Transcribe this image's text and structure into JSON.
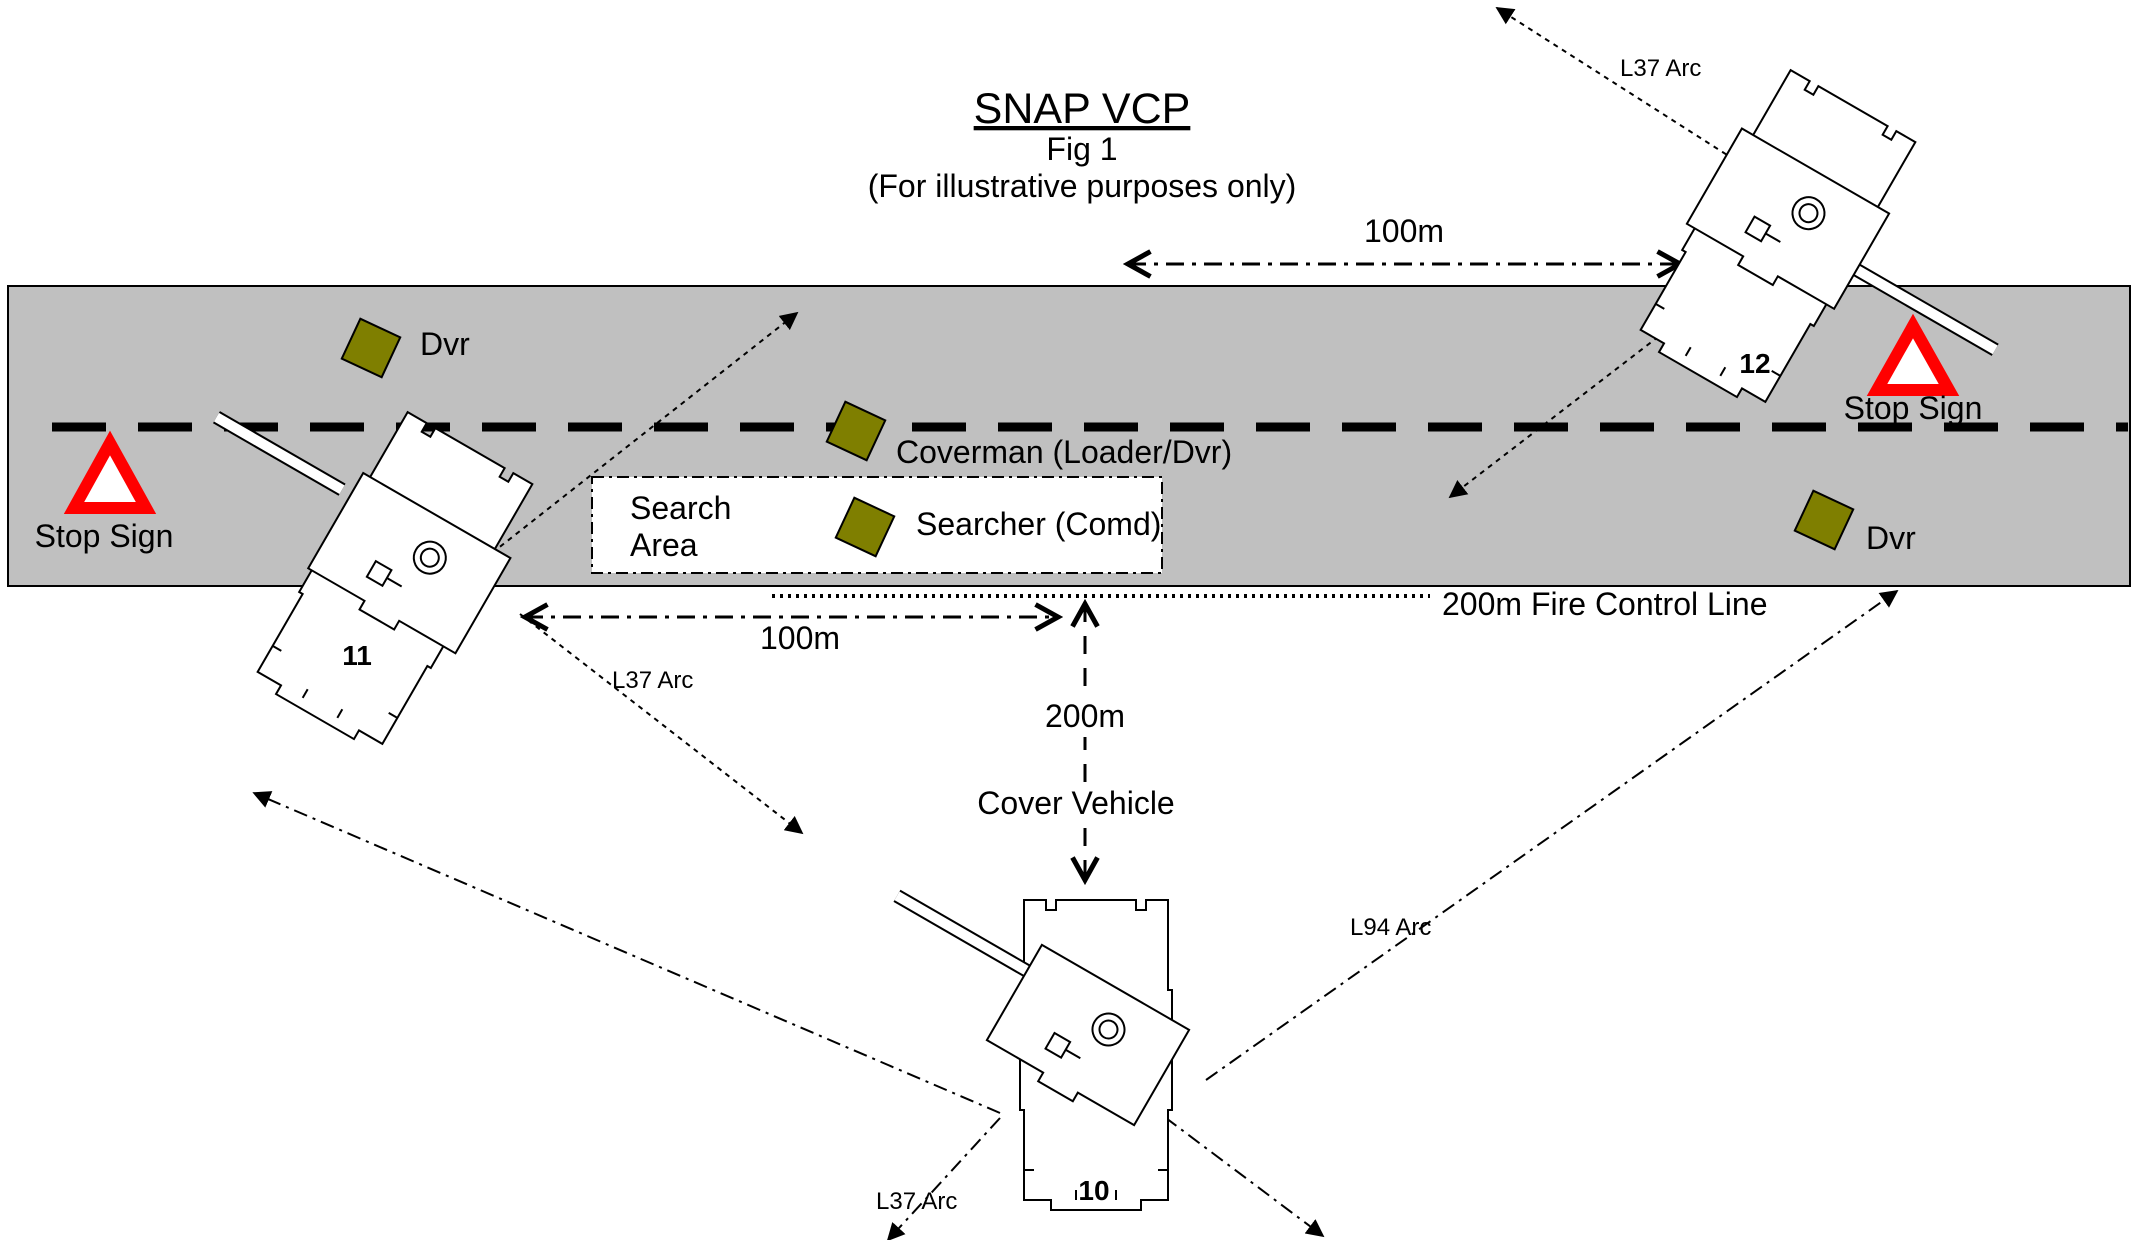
{
  "header": {
    "title": "SNAP VCP",
    "subtitle": "Fig 1",
    "note": "(For illustrative purposes only)"
  },
  "labels": {
    "dvr_left": "Dvr",
    "dvr_right": "Dvr",
    "coverman": "Coverman (Loader/Dvr)",
    "search_area_line1": "Search",
    "search_area_line2": "Area",
    "searcher": "Searcher (Comd)",
    "stop_sign_left": "Stop Sign",
    "stop_sign_right": "Stop Sign",
    "fire_control_line": "200m Fire Control Line",
    "dist_100m_top": "100m",
    "dist_100m_bottom": "100m",
    "dist_200m": "200m",
    "cover_vehicle": "Cover Vehicle",
    "arc_l37_top": "L37 Arc",
    "arc_l37_left": "L37 Arc",
    "arc_l37_bottom": "L37 Arc",
    "arc_l94": "L94 Arc"
  },
  "vehicles": [
    {
      "id": "11",
      "label": "11"
    },
    {
      "id": "12",
      "label": "12"
    },
    {
      "id": "10",
      "label": "10"
    }
  ],
  "colors": {
    "road": "#c0c0c0",
    "person_marker": "#7f7f00",
    "stop_sign": "#ff0000",
    "line": "#000000"
  }
}
